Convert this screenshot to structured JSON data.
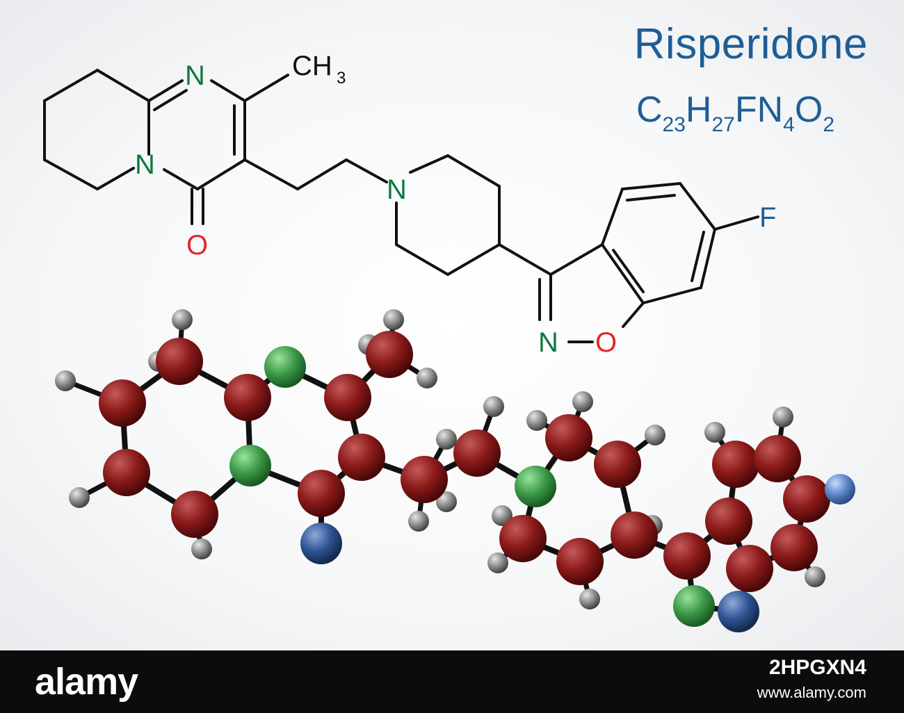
{
  "title": "Risperidone",
  "formula": [
    {
      "t": "C",
      "sub": false
    },
    {
      "t": "23",
      "sub": true
    },
    {
      "t": "H",
      "sub": false
    },
    {
      "t": "27",
      "sub": true
    },
    {
      "t": "F",
      "sub": false
    },
    {
      "t": "N",
      "sub": false
    },
    {
      "t": "4",
      "sub": true
    },
    {
      "t": "O",
      "sub": false
    },
    {
      "t": "2",
      "sub": true
    }
  ],
  "structure_labels": {
    "n_ring_top": "N",
    "n_ring_bottom": "N",
    "methyl": "CH",
    "methyl_sub": "3",
    "carbonyl_o": "O",
    "piperidine_n": "N",
    "isoxazole_n": "N",
    "isoxazole_o": "O",
    "fluoro": "F"
  },
  "colors": {
    "title": "#1f5d96",
    "nitrogen_label": "#0d7a3e",
    "oxygen_label": "#e3262b",
    "fluorine_label": "#1f5d96",
    "carbon_atom": "#8b1a1a",
    "hydrogen_atom": "#8c8c8c",
    "nitrogen_atom": "#3c9a48",
    "oxygen_atom": "#2f5393",
    "fluorine_atom": "#5a86c8"
  },
  "footer": {
    "brand": "alamy",
    "image_id": "2HPGXN4",
    "url": "www.alamy.com"
  }
}
